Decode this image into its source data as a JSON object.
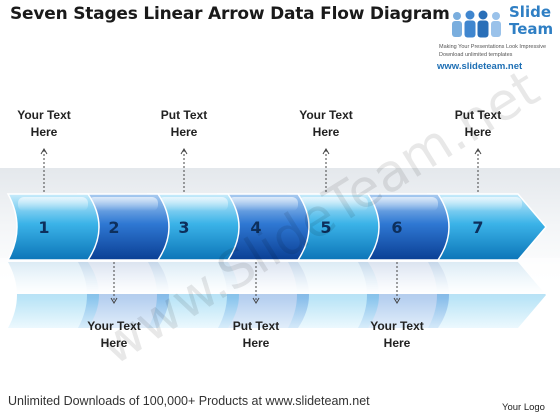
{
  "title": "Seven Stages Linear Arrow Data Flow Diagram",
  "logo": {
    "name_line1": "Slide",
    "name_line2": "Team",
    "tagline1": "Making Your Presentations Look Impressive",
    "tagline2": "Download unlimited templates",
    "url": "www.slideteam.net"
  },
  "watermark": "www.SlideTeam.net",
  "stages": [
    {
      "number": "1",
      "label_line1": "Your Text",
      "label_line2": "Here",
      "label_position": "above"
    },
    {
      "number": "2",
      "label_line1": "Your Text",
      "label_line2": "Here",
      "label_position": "below"
    },
    {
      "number": "3",
      "label_line1": "Put Text",
      "label_line2": "Here",
      "label_position": "above"
    },
    {
      "number": "4",
      "label_line1": "Put Text",
      "label_line2": "Here",
      "label_position": "below"
    },
    {
      "number": "5",
      "label_line1": "Your Text",
      "label_line2": "Here",
      "label_position": "above"
    },
    {
      "number": "6",
      "label_line1": "Your Text",
      "label_line2": "Here",
      "label_position": "below"
    },
    {
      "number": "7",
      "label_line1": "Put Text",
      "label_line2": "Here",
      "label_position": "above"
    }
  ],
  "colors": {
    "light_stage_top": "#c9ecfb",
    "light_stage_mid": "#3bb3e8",
    "light_stage_bottom": "#0c75b8",
    "dark_stage_top": "#a9ccf1",
    "dark_stage_mid": "#2f78d3",
    "dark_stage_bottom": "#0a3f94",
    "number_text": "#0d2f5c"
  },
  "footer": {
    "left": "Unlimited Downloads of 100,000+ Products at www.slideteam.net",
    "right": "Your Logo"
  }
}
